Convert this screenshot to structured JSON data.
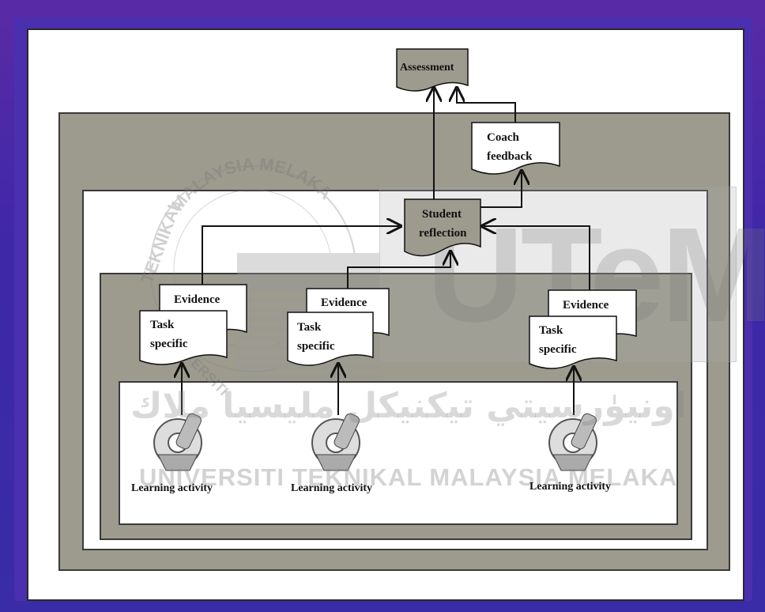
{
  "diagram": {
    "assessment": "Assessment",
    "coach_feedback": [
      "Coach",
      "feedback"
    ],
    "student_reflection": [
      "Student",
      "reflection"
    ],
    "evidence": "Evidence",
    "task_specific": [
      "Task",
      "specific"
    ],
    "learning_activity": "Learning activity"
  },
  "watermark": {
    "utem": "UTeM",
    "seal_text": "MALAYSIA MELAKA",
    "seal_left": "TEKNIKAL",
    "seal_bottom": "UNIVERSITI",
    "bottom_line": "UNIVERSITI TEKNIKAL MALAYSIA MELAKA",
    "jawi": "اونيۈرسيتي تيكنيكل مليسيا ملاك"
  },
  "colors": {
    "layer_gray": "#9d9b8e",
    "paper": "#ffffff",
    "background": "#3e28a8"
  }
}
